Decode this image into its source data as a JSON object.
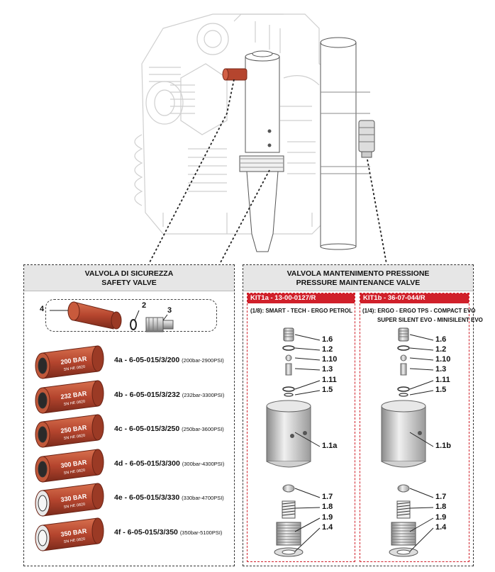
{
  "safety_panel": {
    "title_it": "VALVOLA DI SICUREZZA",
    "title_en": "SAFETY VALVE",
    "parts": [
      {
        "num": "4"
      },
      {
        "num": "2"
      },
      {
        "num": "3"
      }
    ],
    "variants": [
      {
        "code": "4a - 6-05-015/3/200",
        "range": "(200bar-2900PSI)",
        "print": "200 BAR",
        "print2": "SN HE 0820"
      },
      {
        "code": "4b - 6-05-015/3/232",
        "range": "(232bar-3300PSI)",
        "print": "232 BAR",
        "print2": "SN HE 0820"
      },
      {
        "code": "4c - 6-05-015/3/250",
        "range": "(250bar-3600PSI)",
        "print": "250 BAR",
        "print2": "SN HE 0820"
      },
      {
        "code": "4d - 6-05-015/3/300",
        "range": "(300bar-4300PSI)",
        "print": "300 BAR",
        "print2": "SN HE 0820"
      },
      {
        "code": "4e - 6-05-015/3/330",
        "range": "(330bar-4700PSI)",
        "print": "330 BAR",
        "print2": "SN HE 0820"
      },
      {
        "code": "4f - 6-05-015/3/350",
        "range": "(350bar-5100PSI)",
        "print": "350 BAR",
        "print2": "SN HE 0820"
      }
    ]
  },
  "pressure_panel": {
    "title_it": "VALVOLA MANTENIMENTO PRESSIONE",
    "title_en": "PRESSURE MAINTENANCE VALVE",
    "kit_a": {
      "title": "KIT1a - 13-00-0127/R",
      "sub1": "(1/8): SMART - TECH - ERGO PETROL",
      "labels": [
        "1.6",
        "1.2",
        "1.10",
        "1.3",
        "1.11",
        "1.5",
        "1.1a",
        "1.7",
        "1.8",
        "1.9",
        "1.4"
      ]
    },
    "kit_b": {
      "title": "KIT1b - 36-07-044/R",
      "sub1": "(1/4): ERGO - ERGO TPS - COMPACT EVO",
      "sub2": "SUPER SILENT EVO - MINISILENT EVO",
      "labels": [
        "1.6",
        "1.2",
        "1.10",
        "1.3",
        "1.11",
        "1.5",
        "1.1b",
        "1.7",
        "1.8",
        "1.9",
        "1.4"
      ]
    }
  },
  "colors": {
    "accent_red": "#d0202a",
    "valve_copper": "#b5452e",
    "panel_gray": "#e6e6e6"
  }
}
